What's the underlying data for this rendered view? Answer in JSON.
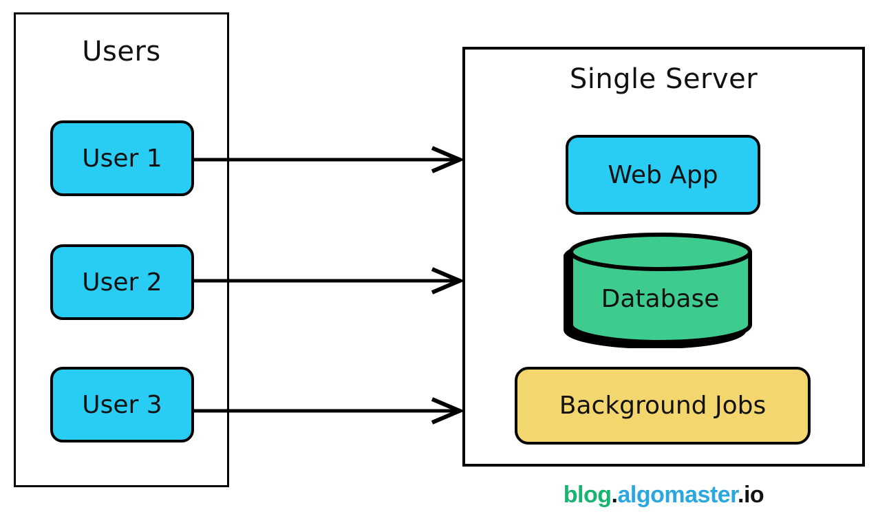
{
  "diagram": {
    "users_group": {
      "title": "Users",
      "nodes": [
        {
          "label": "User 1"
        },
        {
          "label": "User 2"
        },
        {
          "label": "User 3"
        }
      ]
    },
    "server_group": {
      "title": "Single Server",
      "nodes": [
        {
          "label": "Web App",
          "shape": "rounded-box",
          "fill": "#29cdf4"
        },
        {
          "label": "Database",
          "shape": "cylinder",
          "fill": "#3ecc8e"
        },
        {
          "label": "Background Jobs",
          "shape": "rounded-box",
          "fill": "#f3d66e"
        }
      ]
    },
    "connections": [
      {
        "from": "User 1",
        "to": "Single Server"
      },
      {
        "from": "User 2",
        "to": "Single Server"
      },
      {
        "from": "User 3",
        "to": "Single Server"
      }
    ],
    "colors": {
      "node_cyan": "#29cdf4",
      "db_green": "#3ecc8e",
      "jobs_yellow": "#f3d66e",
      "stroke": "#000000",
      "background": "#ffffff"
    }
  },
  "footer": {
    "full_text": "blog.algomaster.io",
    "parts": [
      {
        "text": "blog",
        "color": "#17b46f"
      },
      {
        "text": ".",
        "color": "#111111"
      },
      {
        "text": "algomaster",
        "color": "#2ba7e0"
      },
      {
        "text": ".",
        "color": "#111111"
      },
      {
        "text": "io",
        "color": "#111111"
      }
    ]
  }
}
